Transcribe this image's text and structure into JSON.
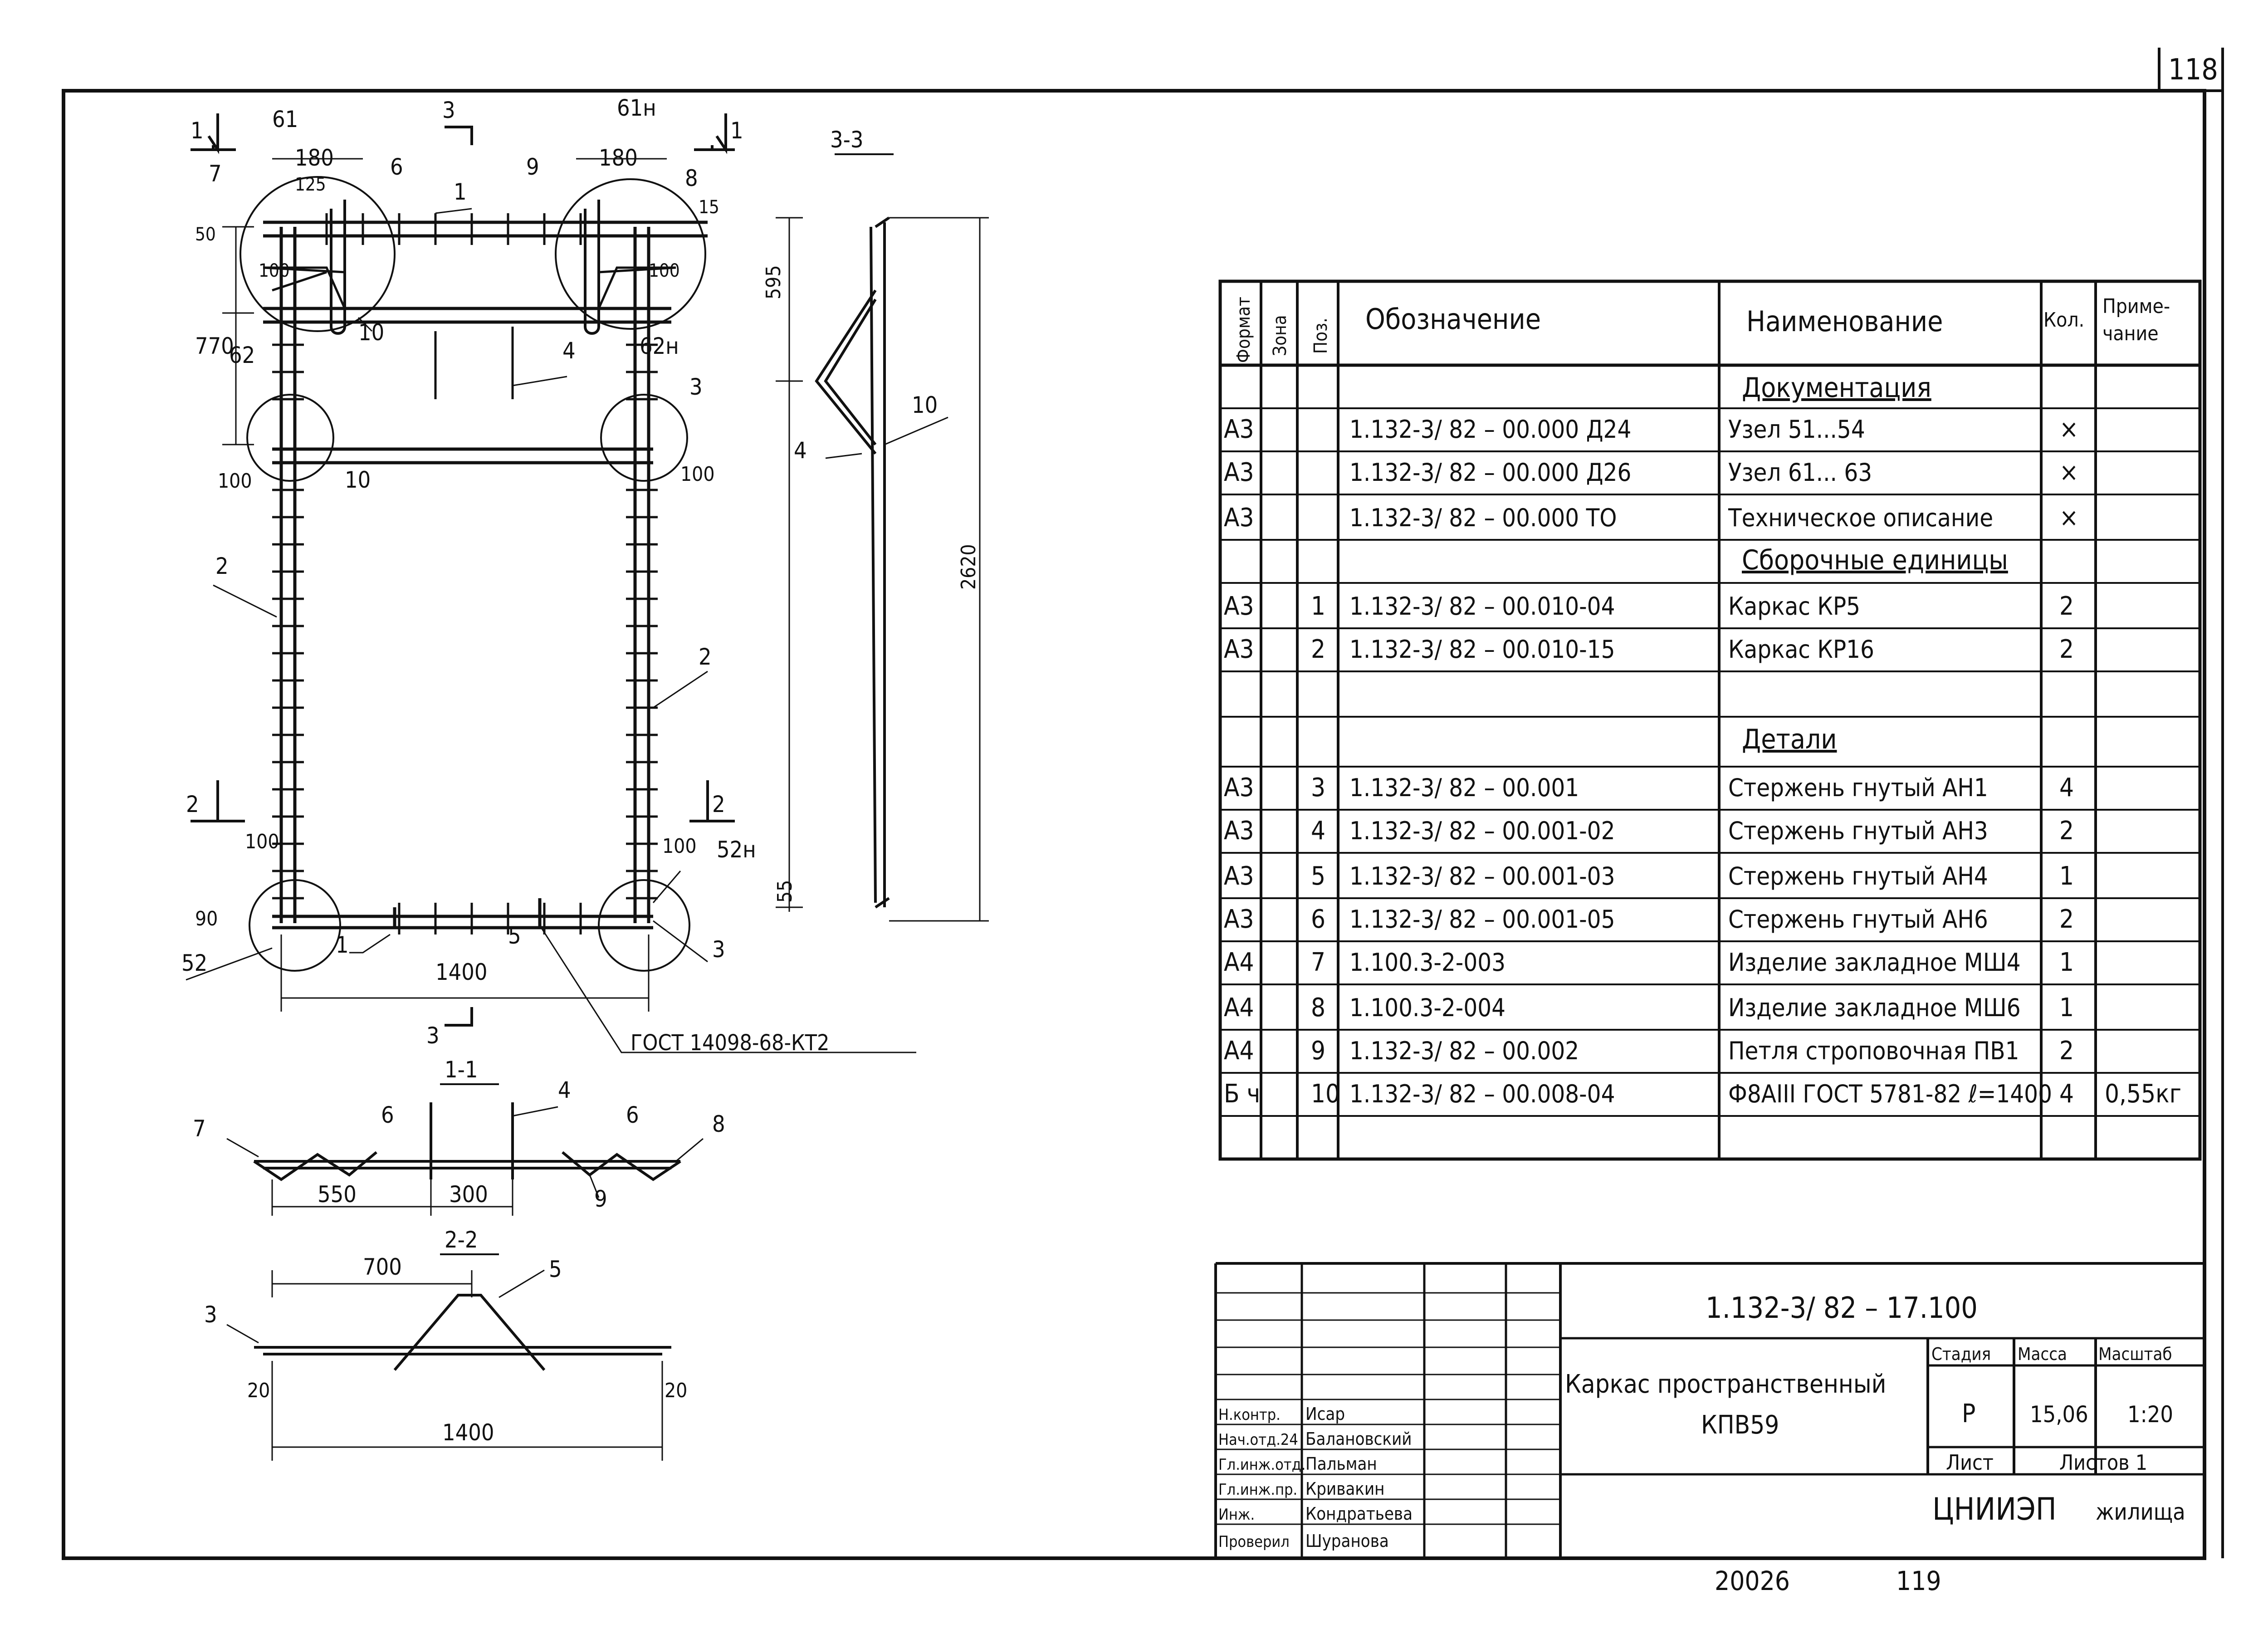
{
  "sheet": {
    "corner_number": "118",
    "bottom_left_number": "20026",
    "bottom_right_number": "119"
  },
  "drawing": {
    "section_3_3": "3-3",
    "section_1_1": "1-1",
    "section_2_2": "2-2",
    "gost_note": "ГОСТ 14098-68-КТ2",
    "labels": {
      "cut1_l": "1",
      "cut1_r": "1",
      "cut2_l": "2",
      "cut2_r": "2",
      "cut3_t": "3",
      "cut3_b": "3",
      "p61": "61",
      "p61n": "61н",
      "p62": "62",
      "p62n": "62н",
      "p52": "52",
      "p52n": "52н",
      "p1a": "1",
      "p1b": "1",
      "p2a": "2",
      "p2b": "2",
      "p3a": "3",
      "p3b": "3",
      "p4": "4",
      "p5": "5",
      "p6": "6",
      "p7": "7",
      "p8": "8",
      "p9": "9",
      "p10a": "10",
      "p10b": "10",
      "s33_4": "4",
      "s33_10": "10",
      "s11_7": "7",
      "s11_6a": "6",
      "s11_4": "4",
      "s11_6b": "6",
      "s11_8": "8",
      "s11_9": "9",
      "s22_3": "3",
      "s22_5": "5"
    },
    "dims": {
      "d180a": "180",
      "d180b": "180",
      "d125": "125",
      "d15": "15",
      "d50": "50",
      "d100a": "100",
      "d100b": "100",
      "d770": "770",
      "d100c": "100",
      "d100d": "100",
      "d100e": "100",
      "d100f": "100",
      "d90": "90",
      "d1400": "1400",
      "d595": "595",
      "d2620": "2620",
      "d55": "55",
      "d550": "550",
      "d300": "300",
      "d700": "700",
      "d20a": "20",
      "d20b": "20",
      "d1400b": "1400"
    }
  },
  "spec": {
    "headers": {
      "format": "Формат",
      "zone": "Зона",
      "pos": "Поз.",
      "designation": "Обозначение",
      "name": "Наименование",
      "qty": "Кол.",
      "note": "Приме-\nчание"
    },
    "rows": [
      {
        "format": "",
        "zone": "",
        "pos": "",
        "designation": "",
        "name": "Документация",
        "qty": "",
        "note": "",
        "section": true
      },
      {
        "format": "А3",
        "zone": "",
        "pos": "",
        "designation": "1.132-3/ 82 – 00.000 Д24",
        "name": "Узел 51...54",
        "qty": "×",
        "note": ""
      },
      {
        "format": "А3",
        "zone": "",
        "pos": "",
        "designation": "1.132-3/ 82 – 00.000 Д26",
        "name": "Узел 61... 63",
        "qty": "×",
        "note": ""
      },
      {
        "format": "А3",
        "zone": "",
        "pos": "",
        "designation": "1.132-3/ 82 – 00.000 ТО",
        "name": "Техническое описание",
        "qty": "×",
        "note": ""
      },
      {
        "format": "",
        "zone": "",
        "pos": "",
        "designation": "",
        "name": "Сборочные единицы",
        "qty": "",
        "note": "",
        "section": true
      },
      {
        "format": "А3",
        "zone": "",
        "pos": "1",
        "designation": "1.132-3/ 82 – 00.010-04",
        "name": "Каркас КР5",
        "qty": "2",
        "note": ""
      },
      {
        "format": "А3",
        "zone": "",
        "pos": "2",
        "designation": "1.132-3/ 82 – 00.010-15",
        "name": "Каркас КР16",
        "qty": "2",
        "note": ""
      },
      {
        "format": "",
        "zone": "",
        "pos": "",
        "designation": "",
        "name": "",
        "qty": "",
        "note": ""
      },
      {
        "format": "",
        "zone": "",
        "pos": "",
        "designation": "",
        "name": "Детали",
        "qty": "",
        "note": "",
        "section": true
      },
      {
        "format": "А3",
        "zone": "",
        "pos": "3",
        "designation": "1.132-3/ 82 – 00.001",
        "name": "Стержень гнутый АН1",
        "qty": "4",
        "note": ""
      },
      {
        "format": "А3",
        "zone": "",
        "pos": "4",
        "designation": "1.132-3/ 82 – 00.001-02",
        "name": "Стержень гнутый АН3",
        "qty": "2",
        "note": ""
      },
      {
        "format": "А3",
        "zone": "",
        "pos": "5",
        "designation": "1.132-3/ 82 – 00.001-03",
        "name": "Стержень гнутый АН4",
        "qty": "1",
        "note": ""
      },
      {
        "format": "А3",
        "zone": "",
        "pos": "6",
        "designation": "1.132-3/ 82 – 00.001-05",
        "name": "Стержень гнутый АН6",
        "qty": "2",
        "note": ""
      },
      {
        "format": "А4",
        "zone": "",
        "pos": "7",
        "designation": "1.100.3-2-003",
        "name": "Изделие закладное МШ4",
        "qty": "1",
        "note": ""
      },
      {
        "format": "А4",
        "zone": "",
        "pos": "8",
        "designation": "1.100.3-2-004",
        "name": "Изделие закладное МШ6",
        "qty": "1",
        "note": ""
      },
      {
        "format": "А4",
        "zone": "",
        "pos": "9",
        "designation": "1.132-3/ 82 – 00.002",
        "name": "Петля строповочная ПВ1",
        "qty": "2",
        "note": ""
      },
      {
        "format": "Б ч",
        "zone": "",
        "pos": "10",
        "designation": "1.132-3/ 82 – 00.008-04",
        "name": "Ф8АIII ГОСТ 5781-82 ℓ=1400",
        "qty": "4",
        "note": "0,55кг"
      }
    ]
  },
  "title_block": {
    "code": "1.132-3/ 82 – 17.100",
    "title_line1": "Каркас пространственный",
    "title_line2": "КПВ59",
    "stage_label": "Стадия",
    "mass_label": "Масса",
    "scale_label": "Масштаб",
    "stage": "Р",
    "mass": "15,06",
    "scale": "1:20",
    "sheet_label": "Лист",
    "sheets_label": "Листов 1",
    "org_main": "ЦНИИЭП",
    "org_sub": "жилища",
    "roles": [
      "Н.контр.",
      "Нач.отд.24",
      "Гл.инж.отд.",
      "Гл.инж.пр.",
      "Инж.",
      "Проверил"
    ],
    "people": [
      "Исар",
      "Балановский",
      "Пальман",
      "Кривакин",
      "Кондратьева",
      "Шуранова"
    ]
  }
}
